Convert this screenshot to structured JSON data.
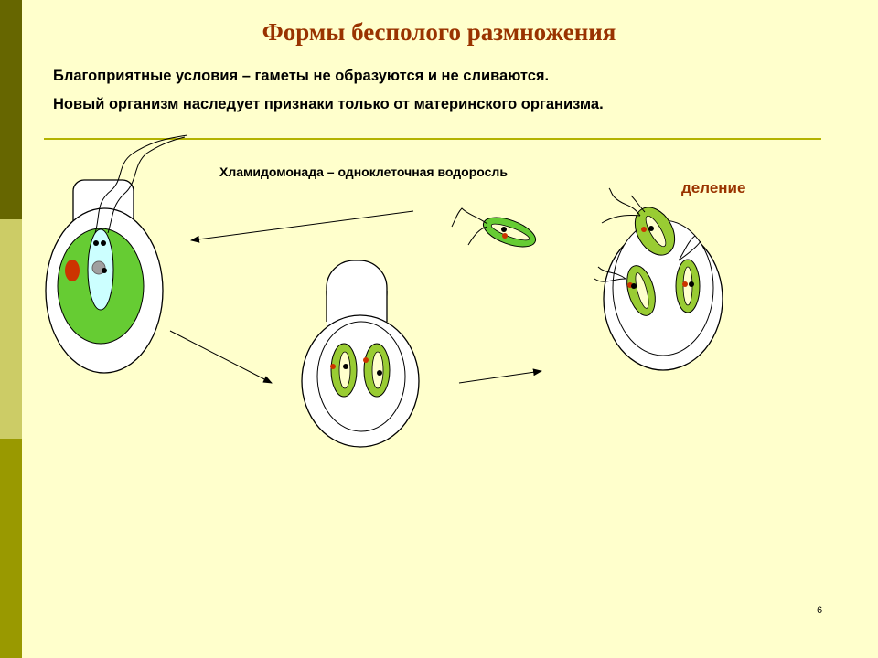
{
  "slide": {
    "title": "Формы бесполого размножения",
    "line1": "Благоприятные условия – гаметы не образуются и не сливаются.",
    "line2": "Новый организм наследует признаки только от материнского организма.",
    "caption": "Хламидомонада – одноклеточная водоросль",
    "division_label": "деление",
    "page_number": "6"
  },
  "colors": {
    "title": "#993300",
    "background": "#ffffcc",
    "cell_green": "#99cc33",
    "chloroplast_green": "#66cc33",
    "nucleus_blue": "#ccffff",
    "eyespot_red": "#cc3300",
    "rule": "#b3b300"
  }
}
